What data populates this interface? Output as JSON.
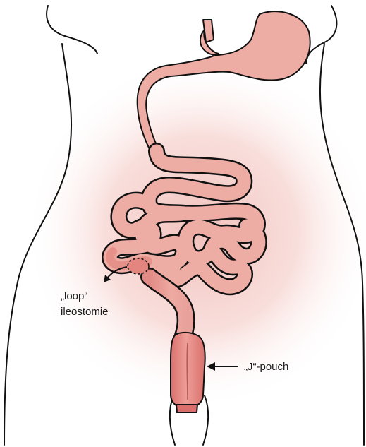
{
  "labels": {
    "loop_line1": "„loop“",
    "loop_line2": "ileostomie",
    "pouch": "„J“-pouch"
  },
  "colors": {
    "outline": "#111111",
    "organ_fill": "#eeada4",
    "organ_deep": "#e07f7a",
    "glow": "#f2c7c3",
    "skin": "#ffffff"
  }
}
